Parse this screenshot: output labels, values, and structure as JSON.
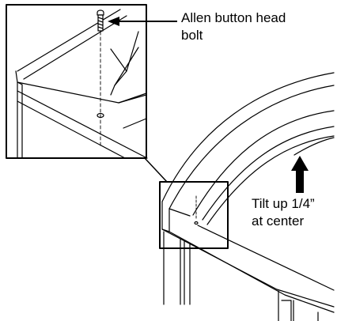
{
  "annotations": {
    "bolt": [
      "Allen button head",
      "bolt"
    ],
    "tilt": [
      "Tilt up 1/4”",
      "at center"
    ]
  },
  "colors": {
    "ink": "#000000",
    "paper": "#ffffff"
  },
  "icons": {
    "bolt": "screw-icon",
    "direction": "arrow-up-icon"
  }
}
